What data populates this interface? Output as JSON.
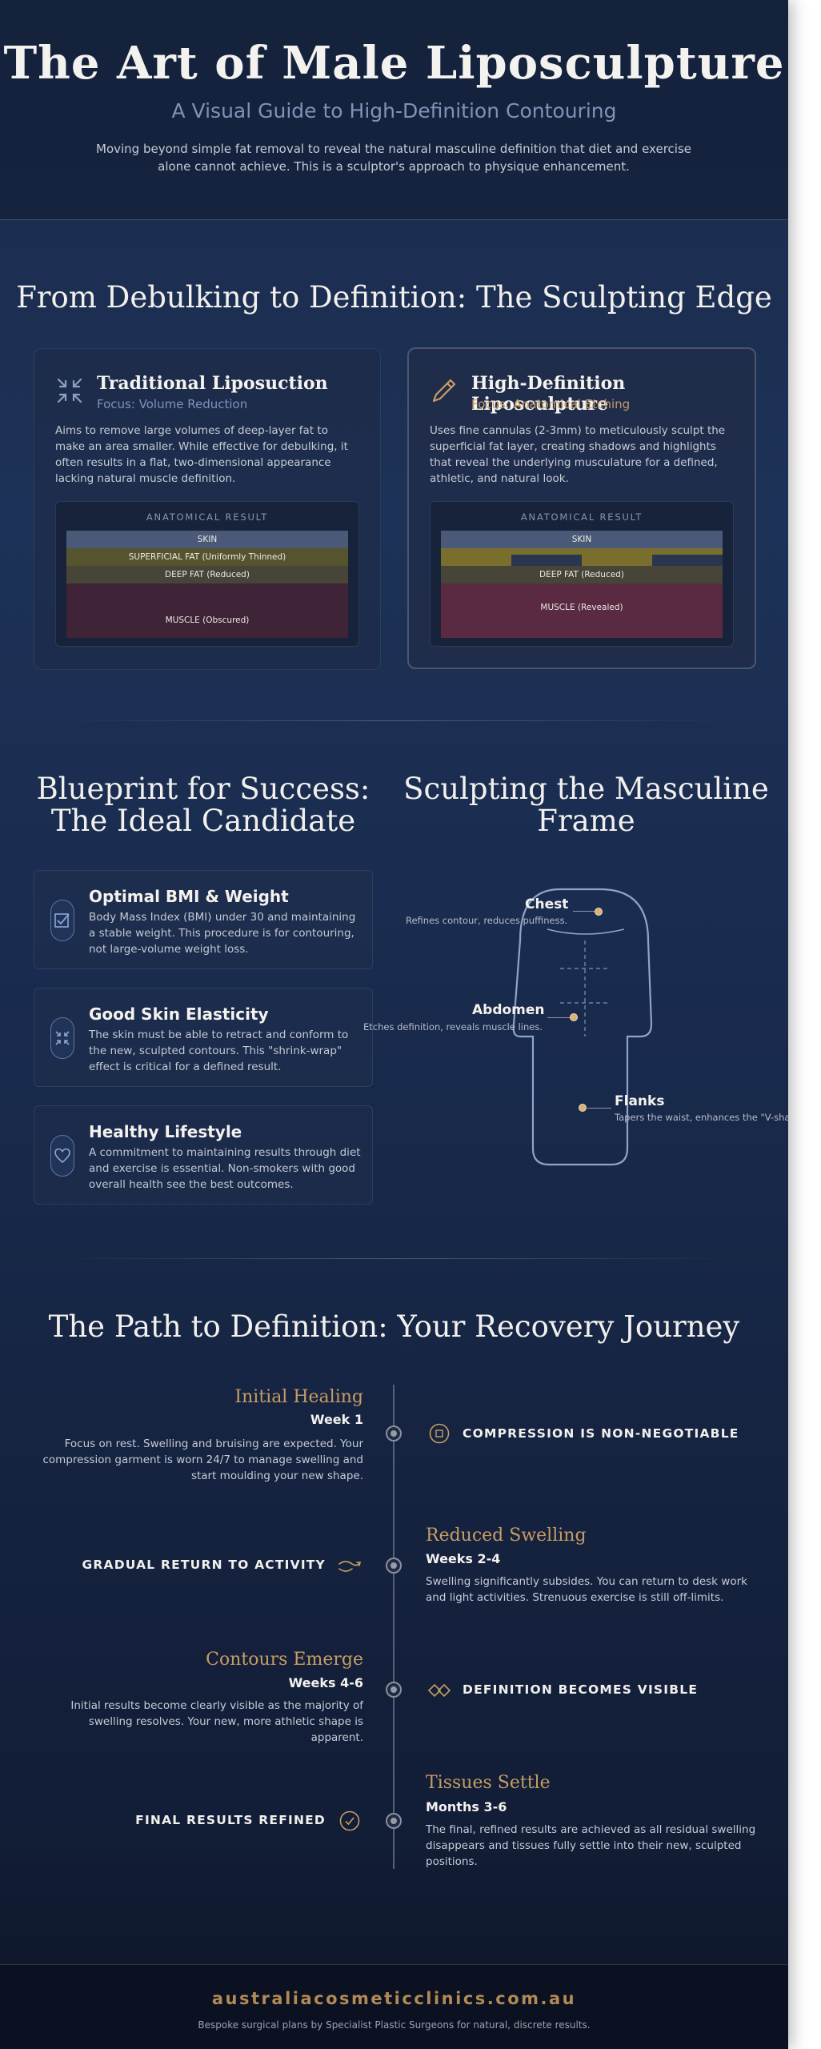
{
  "header": {
    "title": "The Art of Male Liposculpture",
    "subtitle": "A Visual Guide to High-Definition Contouring",
    "intro": "Moving beyond simple fat removal to reveal the natural masculine definition that diet and exercise alone cannot achieve. This is a sculptor's approach to physique enhancement."
  },
  "comparison": {
    "title": "From Debulking to Definition: The Sculpting Edge",
    "traditional": {
      "icon": "compress-arrows-icon",
      "title": "Traditional Liposuction",
      "focus": "Focus: Volume Reduction",
      "description": "Aims to remove large volumes of deep-layer fat to make an area smaller. While effective for debulking, it often results in a flat, two-dimensional appearance lacking natural muscle definition.",
      "result_label": "ANATOMICAL RESULT",
      "layers": [
        "SKIN",
        "SUPERFICIAL FAT (Uniformly Thinned)",
        "DEEP FAT (Reduced)",
        "MUSCLE (Obscured)"
      ]
    },
    "hd": {
      "icon": "pen-icon",
      "title": "High-Definition Liposculpture",
      "focus": "Focus: Anatomical Etching",
      "description": "Uses fine cannulas (2-3mm) to meticulously sculpt the superficial fat layer, creating shadows and highlights that reveal the underlying musculature for a defined, athletic, and natural look.",
      "result_label": "ANATOMICAL RESULT",
      "layers": [
        "SKIN",
        "DEEP FAT (Reduced)",
        "MUSCLE (Revealed)"
      ]
    }
  },
  "candidates": {
    "title": "Blueprint for Success: The Ideal Candidate",
    "items": [
      {
        "icon": "checkbox-icon",
        "title": "Optimal BMI & Weight",
        "text": "Body Mass Index (BMI) under 30 and maintaining a stable weight. This procedure is for contouring, not large-volume weight loss."
      },
      {
        "icon": "shrink-icon",
        "title": "Good Skin Elasticity",
        "text": "The skin must be able to retract and conform to the new, sculpted contours. This \"shrink-wrap\" effect is critical for a defined result."
      },
      {
        "icon": "heart-icon",
        "title": "Healthy Lifestyle",
        "text": "A commitment to maintaining results through diet and exercise is essential. Non-smokers with good overall health see the best outcomes."
      }
    ]
  },
  "frame": {
    "title": "Sculpting the Masculine Frame",
    "points": [
      {
        "label": "Chest",
        "desc": "Refines contour, reduces puffiness."
      },
      {
        "label": "Abdomen",
        "desc": "Etches definition, reveals muscle lines."
      },
      {
        "label": "Flanks",
        "desc": "Tapers the waist, enhances the \"V-shape\""
      }
    ]
  },
  "recovery": {
    "title": "The Path to Definition: Your Recovery Journey",
    "phases": [
      {
        "phase": "Initial Healing",
        "week": "Week 1",
        "desc": "Focus on rest. Swelling and bruising are expected. Your compression garment is worn 24/7 to manage swelling and start moulding your new shape.",
        "milestone": "COMPRESSION IS NON-NEGOTIABLE",
        "milestone_icon": "square-circle-icon"
      },
      {
        "phase": "Reduced Swelling",
        "week": "Weeks 2-4",
        "desc": "Swelling significantly subsides. You can return to desk work and light activities. Strenuous exercise is still off-limits.",
        "milestone": "GRADUAL RETURN TO ACTIVITY",
        "milestone_icon": "return-arrows-icon"
      },
      {
        "phase": "Contours Emerge",
        "week": "Weeks 4-6",
        "desc": "Initial results become clearly visible as the majority of swelling resolves. Your new, more athletic shape is apparent.",
        "milestone": "DEFINITION BECOMES VISIBLE",
        "milestone_icon": "diamonds-icon"
      },
      {
        "phase": "Tissues Settle",
        "week": "Months 3-6",
        "desc": "The final, refined results are achieved as all residual swelling disappears and tissues fully settle into their new, sculpted positions.",
        "milestone": "FINAL RESULTS REFINED",
        "milestone_icon": "check-circle-icon"
      }
    ]
  },
  "footer": {
    "site": "australiacosmeticclinics.com.au",
    "note": "Bespoke surgical plans by Specialist Plastic Surgeons for natural, discrete results."
  },
  "colors": {
    "gold": "#c79c63",
    "navy": "#1b2a4a",
    "muscle": "#5a2a42",
    "fat": "#5f5a32"
  }
}
